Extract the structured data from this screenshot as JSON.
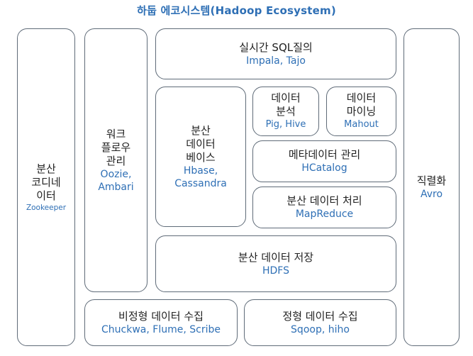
{
  "title": "하둡 에코시스템(Hadoop Ecosystem)",
  "boxes": {
    "coordination": {
      "label": "분산\n코디네\n이터",
      "tech": "Zookeeper"
    },
    "workflow": {
      "label": "워크\n플로우\n관리",
      "tech": "Oozie,\nAmbari"
    },
    "realtime_sql": {
      "label": "실시간 SQL질의",
      "tech": "Impala, Tajo"
    },
    "distributed_db": {
      "label": "분산\n데이터\n베이스",
      "tech": "Hbase,\nCassandra"
    },
    "data_analysis": {
      "label": "데이터\n분석",
      "tech": "Pig, Hive"
    },
    "data_mining": {
      "label": "데이터\n마이닝",
      "tech": "Mahout"
    },
    "metadata": {
      "label": "메타데이터 관리",
      "tech": "HCatalog"
    },
    "processing": {
      "label": "분산 데이터 처리",
      "tech": "MapReduce"
    },
    "storage": {
      "label": "분산 데이터 저장",
      "tech": "HDFS"
    },
    "unstructured": {
      "label": "비정형 데이터 수집",
      "tech": "Chuckwa, Flume, Scribe"
    },
    "structured": {
      "label": "정형 데이터 수집",
      "tech": "Sqoop, hiho"
    },
    "serialization": {
      "label": "직렬화",
      "tech": "Avro"
    }
  },
  "colors": {
    "accent": "#2e6fb5",
    "border": "#5f6b78",
    "text": "#222222"
  }
}
